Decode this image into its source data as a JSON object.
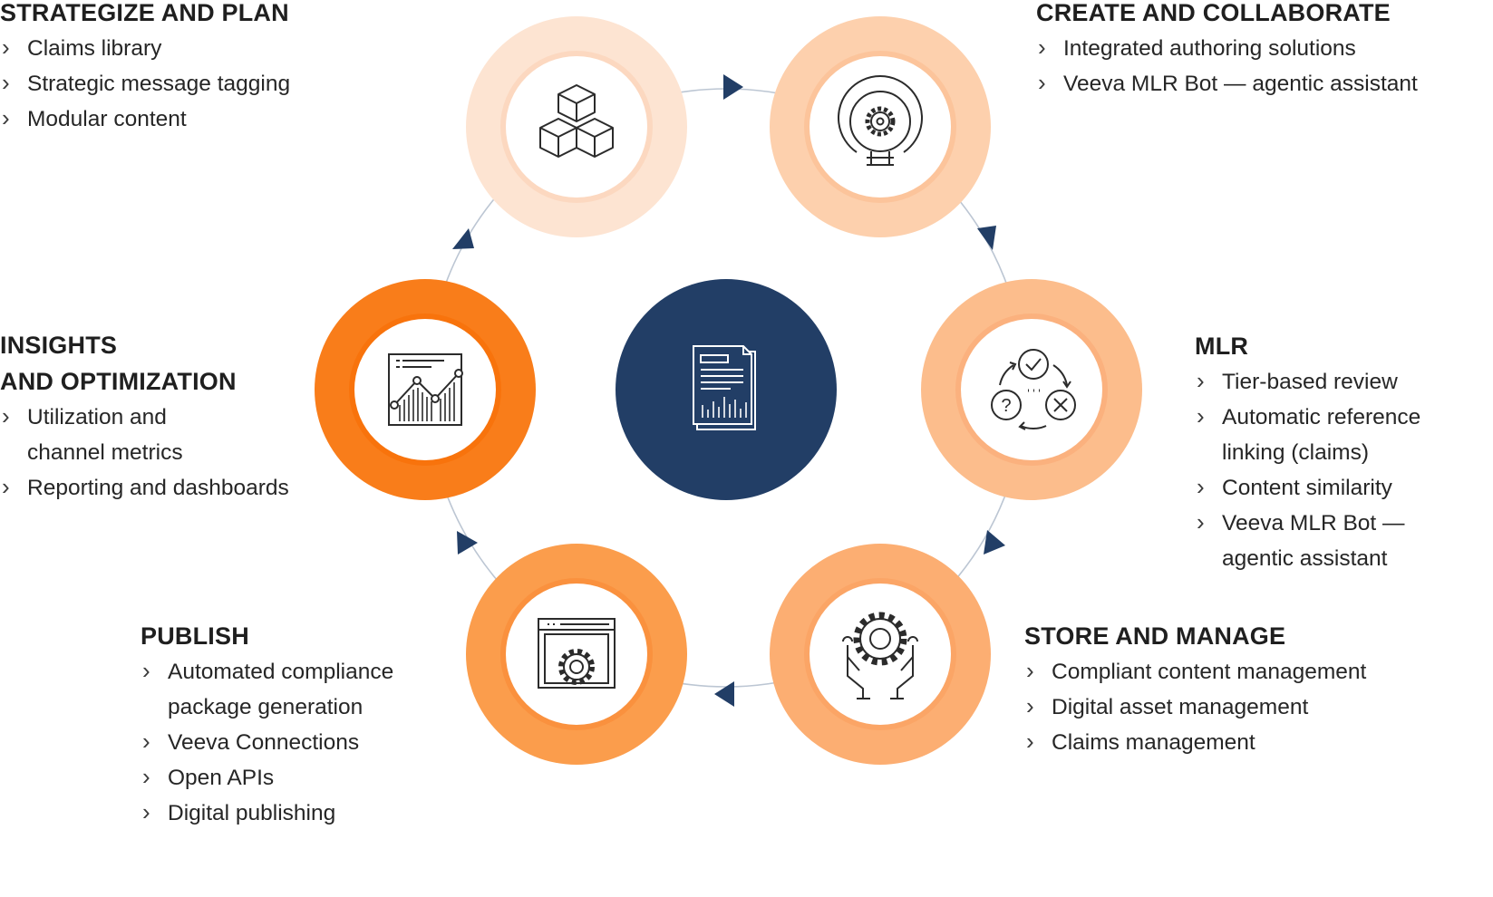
{
  "stages": {
    "strategize": {
      "heading": "STRATEGIZE AND PLAN",
      "icon": "cubes-icon",
      "ring_color": "#fde4d2",
      "items": [
        "Claims library",
        "Strategic message tagging",
        "Modular content"
      ]
    },
    "create": {
      "heading": "CREATE AND COLLABORATE",
      "icon": "lightbulb-gear-icon",
      "ring_color": "#fdd0ad",
      "items": [
        "Integrated authoring solutions",
        "Veeva MLR Bot — agentic assistant"
      ]
    },
    "mlr": {
      "heading": "MLR",
      "icon": "review-cycle-icon",
      "ring_color": "#fcbd8c",
      "items": [
        [
          "Tier-based review"
        ],
        [
          "Automatic reference",
          "linking (claims)"
        ],
        [
          "Content similarity"
        ],
        [
          "Veeva MLR Bot —",
          "agentic assistant"
        ]
      ]
    },
    "store": {
      "heading": "STORE AND MANAGE",
      "icon": "hands-gear-icon",
      "ring_color": "#fcae72",
      "items": [
        "Compliant content management",
        "Digital asset management",
        "Claims management"
      ]
    },
    "publish": {
      "heading": "PUBLISH",
      "icon": "browser-gear-icon",
      "ring_color": "#fb9d4c",
      "items": [
        [
          "Automated compliance",
          "package generation"
        ],
        [
          "Veeva Connections"
        ],
        [
          "Open APIs"
        ],
        [
          "Digital publishing"
        ]
      ]
    },
    "insights": {
      "heading_lines": [
        "INSIGHTS",
        "AND OPTIMIZATION"
      ],
      "icon": "analytics-chart-icon",
      "ring_color": "#f97d1a",
      "items": [
        [
          "Utilization and",
          "channel metrics"
        ],
        [
          "Reporting and dashboards"
        ]
      ]
    }
  },
  "center": {
    "icon": "document-report-icon",
    "color": "#223e66"
  },
  "arrow_color": "#223e66",
  "line_color": "#bcc6d3"
}
